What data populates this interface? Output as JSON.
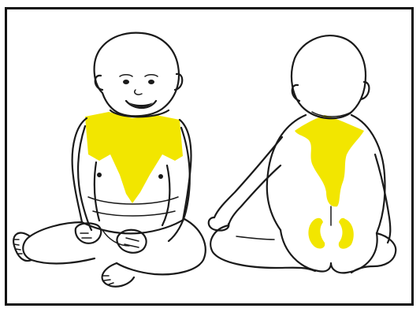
{
  "figure": {
    "border_color": "#111111",
    "background_color": "#ffffff",
    "highlight_color": "#f2e600",
    "line_color": "#1a1a1a"
  },
  "panels": [
    {
      "view": "front",
      "highlight_regions": [
        "upper-chest-v-shape"
      ]
    },
    {
      "view": "back",
      "highlight_regions": [
        "upper-back-spine-strip",
        "left-buttock-crescent",
        "right-buttock-crescent"
      ]
    }
  ]
}
